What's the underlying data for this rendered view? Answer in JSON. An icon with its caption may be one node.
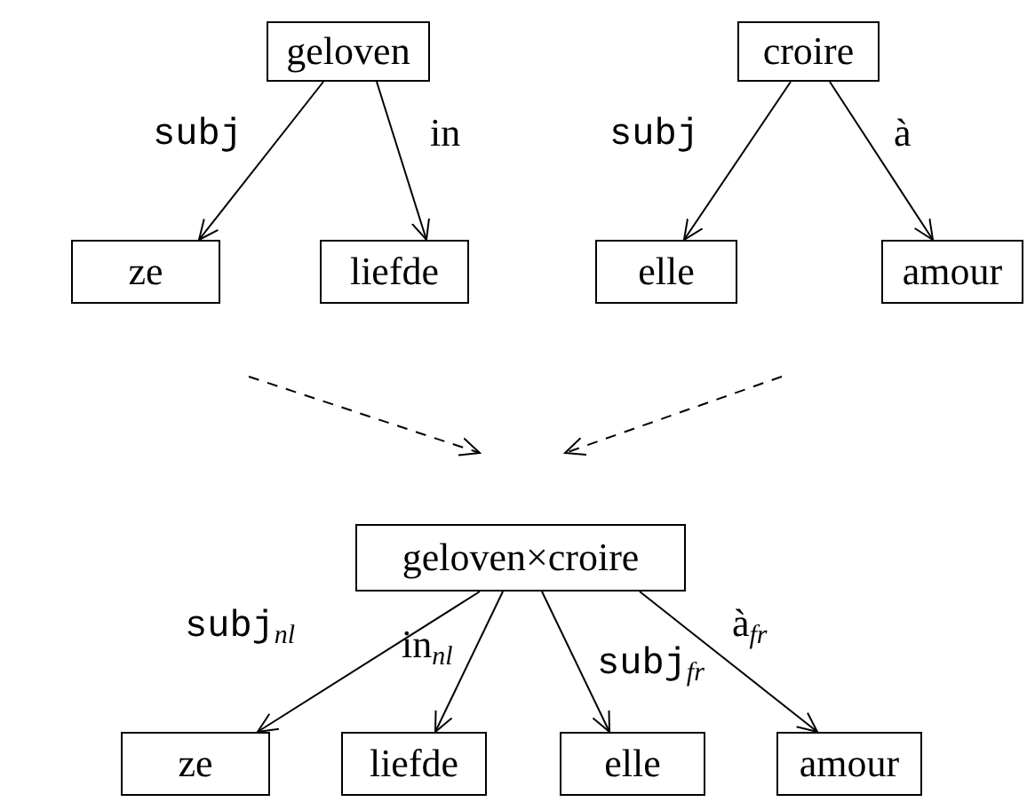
{
  "diagram": {
    "nodes": [
      {
        "text": [
          "geloven"
        ]
      },
      {
        "text": [
          "ze"
        ]
      },
      {
        "text": [
          "liefde"
        ]
      },
      {
        "text": [
          "croire"
        ]
      },
      {
        "text": [
          "elle"
        ]
      },
      {
        "text": [
          "amour"
        ]
      },
      {
        "text": [
          "geloven×croire"
        ]
      },
      {
        "text": [
          "ze"
        ]
      },
      {
        "text": [
          "liefde"
        ]
      },
      {
        "text": [
          "elle"
        ]
      },
      {
        "text": [
          "amour"
        ]
      }
    ],
    "edges": [
      {
        "from": 0,
        "to": 1,
        "arrow": "to",
        "label": "subj"
      },
      {
        "from": 0,
        "to": 2,
        "arrow": "to",
        "label": "in"
      },
      {
        "from": 3,
        "to": 4,
        "arrow": "to",
        "label": "subj"
      },
      {
        "from": 3,
        "to": 5,
        "arrow": "to",
        "label": "à"
      },
      {
        "from": 6,
        "to": 7,
        "arrow": "to",
        "label": "subj$_{nl}$"
      },
      {
        "from": 6,
        "to": 8,
        "arrow": "to",
        "label": "in$_{nl}$"
      },
      {
        "from": 6,
        "to": 9,
        "arrow": "to",
        "label": "subj$_{fr}$"
      },
      {
        "from": 6,
        "to": 10,
        "arrow": "to",
        "label": "à$_{fr}$"
      }
    ]
  }
}
